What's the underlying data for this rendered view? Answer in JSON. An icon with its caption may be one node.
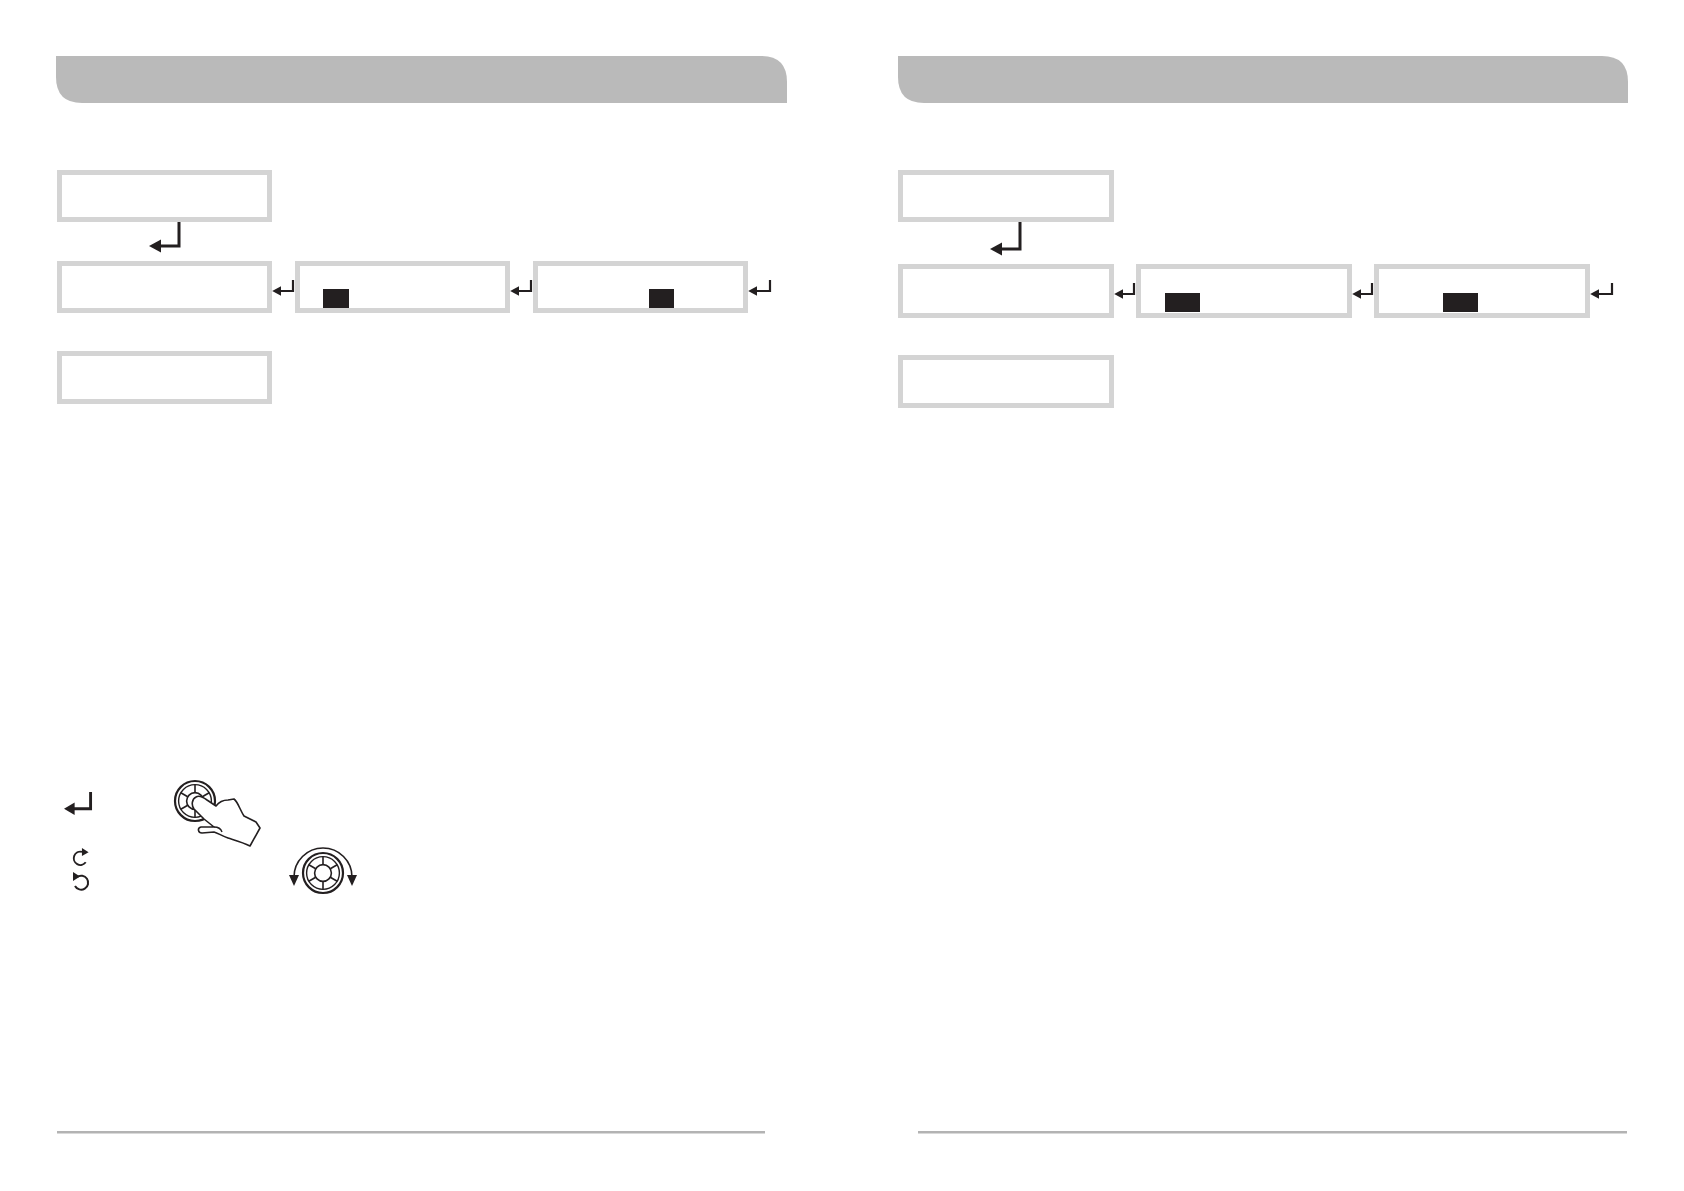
{
  "diagram": {
    "nodes": [
      {
        "text": [],
        "shape": "box"
      },
      {
        "text": [],
        "shape": "box"
      },
      {
        "text": [],
        "shape": "box"
      },
      {
        "text": [],
        "shape": "box"
      },
      {
        "text": [],
        "shape": "box"
      },
      {
        "text": [],
        "shape": "box"
      },
      {
        "text": [],
        "shape": "box"
      },
      {
        "text": [],
        "shape": "box"
      },
      {
        "text": [],
        "shape": "box"
      },
      {
        "text": [],
        "shape": "box"
      }
    ],
    "edges": [
      {
        "from": 0,
        "to": 1,
        "arrow": "to"
      },
      {
        "from": 2,
        "to": 1,
        "arrow": "to"
      },
      {
        "from": 3,
        "to": 2,
        "arrow": "to"
      },
      {
        "from": null,
        "to": 3,
        "arrow": "to"
      },
      {
        "from": 5,
        "to": 6,
        "arrow": "to"
      },
      {
        "from": 7,
        "to": 6,
        "arrow": "to"
      },
      {
        "from": 8,
        "to": 7,
        "arrow": "to"
      },
      {
        "from": null,
        "to": 8,
        "arrow": "to"
      }
    ]
  }
}
